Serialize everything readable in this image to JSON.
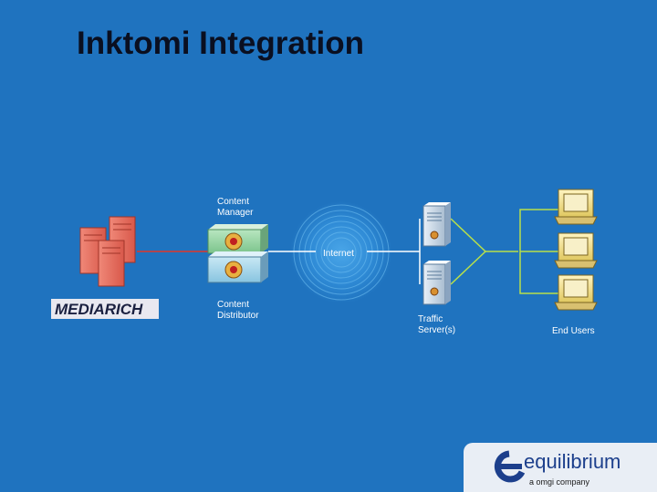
{
  "slide": {
    "title": "Inktomi Integration"
  },
  "diagram": {
    "content_manager_label": [
      "Content",
      "Manager"
    ],
    "content_distributor_label": [
      "Content",
      "Distributor"
    ],
    "internet_label": "Internet",
    "traffic_servers_label": [
      "Traffic",
      "Server(s)"
    ],
    "end_users_label": "End Users",
    "mediarich_logo_text": "MEDIARICH"
  },
  "logo": {
    "name": "equilibrium",
    "tagline": "a omgi company"
  },
  "colors": {
    "background": "#1f73bf",
    "red_line": "#e0362a",
    "green_line": "#b8e04a",
    "white_line": "#ffffff"
  }
}
